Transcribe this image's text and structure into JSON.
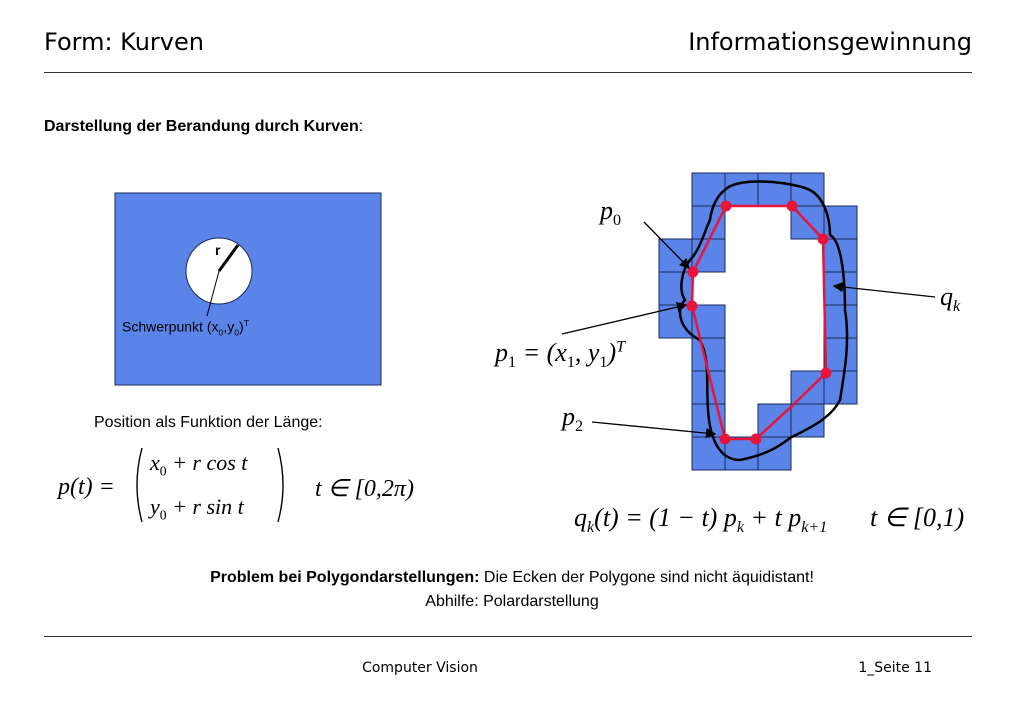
{
  "header": {
    "left_title": "Form: Kurven",
    "right_title": "Informationsgewinnung"
  },
  "section_heading": {
    "bold": "Darstellung der Berandung durch Kurven",
    "tail": ":"
  },
  "left_figure": {
    "radius_label": "r",
    "centroid_label": "Schwerpunkt (x",
    "centroid_sub0": "0",
    "centroid_mid": ",y",
    "centroid_sub1": "0",
    "centroid_close": ")",
    "centroid_sup": "T",
    "fill_color": "#5b84e8"
  },
  "left_formula": {
    "caption": "Position als Funktion der Länge:",
    "lhs": "p(t) =",
    "row1": "x",
    "row1_sub": "0",
    "row1_rest": " + r cos t",
    "row2": "y",
    "row2_sub": "0",
    "row2_rest": " + r sin t",
    "domain": "t ∈ [0,2π)"
  },
  "right_figure": {
    "p0": "p",
    "p0_sub": "0",
    "p2": "p",
    "p2_sub": "2",
    "qk": "q",
    "qk_sub": "k",
    "p1_formula": "p",
    "p1_sub": "1",
    "p1_eq": " = (x",
    "p1_x_sub": "1",
    "p1_mid": ", y",
    "p1_y_sub": "1",
    "p1_close": ")",
    "p1_sup": "T",
    "pixel_color": "#5b84e8",
    "polygon_color": "#e8143c"
  },
  "right_formula": {
    "q": "q",
    "q_sub": "k",
    "body": "(t) = (1 − t) p",
    "pk_sub": "k",
    "mid": " + t p",
    "pk1_sub": "k+1",
    "domain": "t ∈ [0,1)"
  },
  "problem": {
    "bold": "Problem bei Polygondarstellungen:",
    "rest": " Die Ecken der Polygone sind nicht äquidistant!",
    "line2": "Abhilfe: Polardarstellung"
  },
  "footer": {
    "center": "Computer Vision",
    "right": "1_Seite 11"
  }
}
